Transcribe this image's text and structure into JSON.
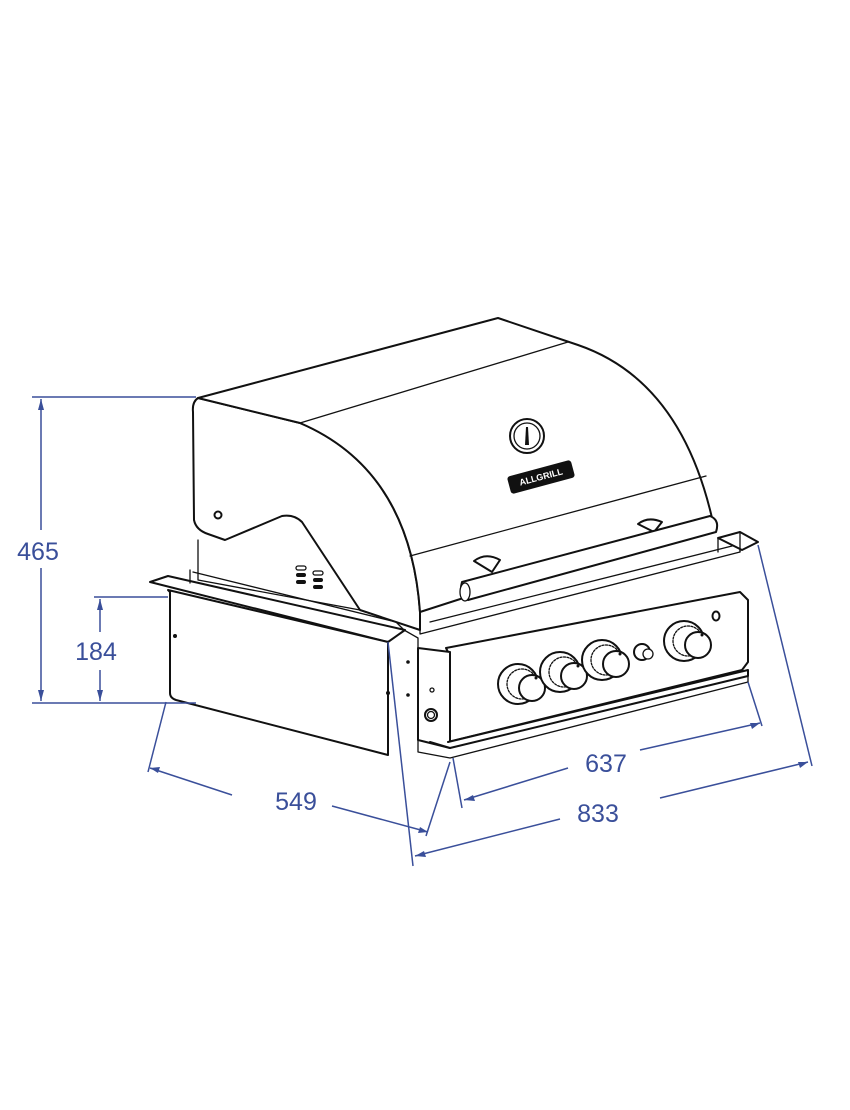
{
  "diagram": {
    "subject": "Built-in gas grill with side panels, dimensioned drawing",
    "brand_logo": "ALLGRILL",
    "colors": {
      "line_art": "#111111",
      "dimension": "#3a4f9a",
      "background": "#ffffff"
    },
    "units": "mm",
    "dimensions": {
      "total_height": {
        "value": "465",
        "label": "465"
      },
      "base_height": {
        "value": "184",
        "label": "184"
      },
      "depth": {
        "value": "549",
        "label": "549"
      },
      "front_panel_width": {
        "value": "637",
        "label": "637"
      },
      "total_width": {
        "value": "833",
        "label": "833"
      }
    },
    "components": {
      "hood": "Rounded lid",
      "thermometer": "Lid thermometer",
      "handle": "Lid handle bar",
      "control_panel": "Front control panel",
      "knobs_count": 4,
      "igniter": "Igniter button",
      "left_side_panel": "Left insulation panel",
      "right_side_panel": "Right insulation panel"
    }
  }
}
